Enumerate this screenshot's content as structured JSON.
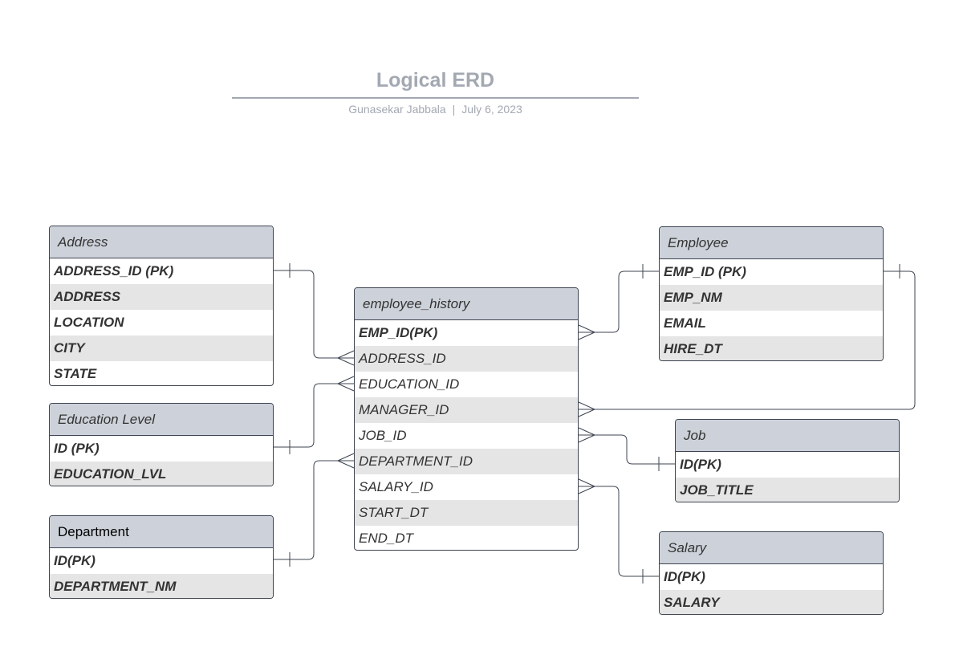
{
  "document": {
    "title": "Logical ERD",
    "author": "Gunasekar Jabbala",
    "separator": "|",
    "date": "July 6, 2023"
  },
  "entities": {
    "address": {
      "name": "Address",
      "attributes": [
        "ADDRESS_ID (PK)",
        "ADDRESS",
        "LOCATION",
        "CITY",
        "STATE"
      ]
    },
    "education_level": {
      "name": "Education Level",
      "attributes": [
        "ID (PK)",
        "EDUCATION_LVL"
      ]
    },
    "department": {
      "name": "Department",
      "attributes": [
        "ID(PK)",
        "DEPARTMENT_NM"
      ]
    },
    "employee_history": {
      "name": "employee_history",
      "attributes": [
        "EMP_ID(PK)",
        "ADDRESS_ID",
        "EDUCATION_ID",
        "MANAGER_ID",
        "JOB_ID",
        "DEPARTMENT_ID",
        "SALARY_ID",
        "START_DT",
        "END_DT"
      ]
    },
    "employee": {
      "name": "Employee",
      "attributes": [
        "EMP_ID (PK)",
        "EMP_NM",
        "EMAIL",
        "HIRE_DT"
      ]
    },
    "job": {
      "name": "Job",
      "attributes": [
        "ID(PK)",
        "JOB_TITLE"
      ]
    },
    "salary": {
      "name": "Salary",
      "attributes": [
        "ID(PK)",
        "SALARY"
      ]
    }
  },
  "relationships": [
    {
      "from": "address.ADDRESS_ID (PK)",
      "from_cardinality": "one",
      "to": "employee_history.ADDRESS_ID",
      "to_cardinality": "many"
    },
    {
      "from": "education_level.ID (PK)",
      "from_cardinality": "one",
      "to": "employee_history.EDUCATION_ID",
      "to_cardinality": "many"
    },
    {
      "from": "department.ID(PK)",
      "from_cardinality": "one",
      "to": "employee_history.DEPARTMENT_ID",
      "to_cardinality": "many"
    },
    {
      "from": "employee.EMP_ID (PK)",
      "from_cardinality": "one",
      "to": "employee_history.EMP_ID(PK)",
      "to_cardinality": "many"
    },
    {
      "from": "employee.EMP_ID (PK)",
      "from_cardinality": "one",
      "to": "employee_history.MANAGER_ID",
      "to_cardinality": "many"
    },
    {
      "from": "job.ID(PK)",
      "from_cardinality": "one",
      "to": "employee_history.JOB_ID",
      "to_cardinality": "many"
    },
    {
      "from": "salary.ID(PK)",
      "from_cardinality": "one",
      "to": "employee_history.SALARY_ID",
      "to_cardinality": "many"
    }
  ],
  "colors": {
    "header_fill": "#cdd1d9",
    "stripe": "#e5e5e5",
    "border": "#3d4552",
    "title": "#a3a8b2"
  }
}
